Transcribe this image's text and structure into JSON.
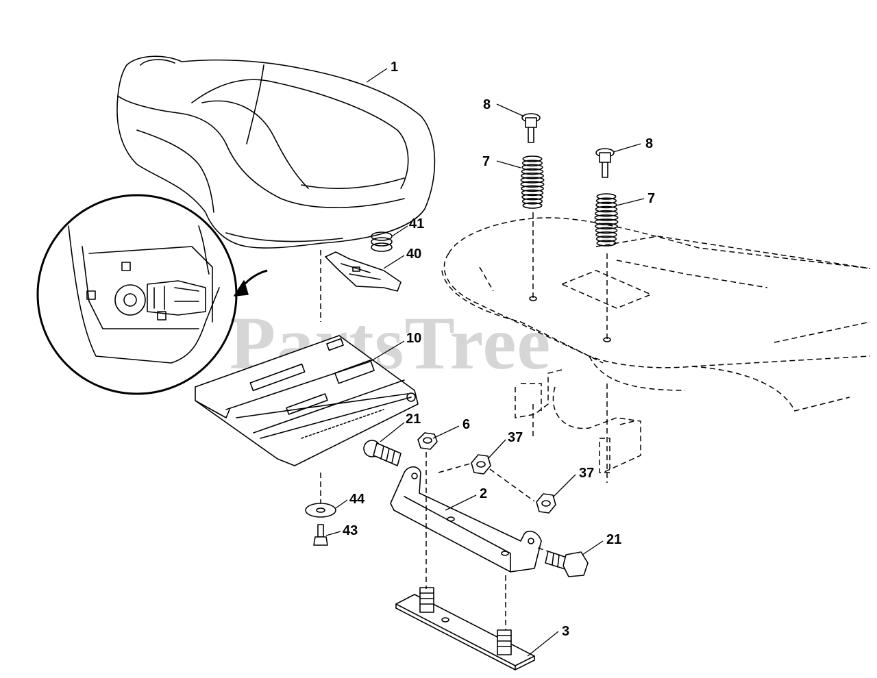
{
  "watermark": "PartsTree",
  "callouts": [
    "1",
    "8",
    "8",
    "7",
    "7",
    "41",
    "40",
    "10",
    "21",
    "6",
    "37",
    "37",
    "2",
    "44",
    "43",
    "21",
    "3"
  ]
}
